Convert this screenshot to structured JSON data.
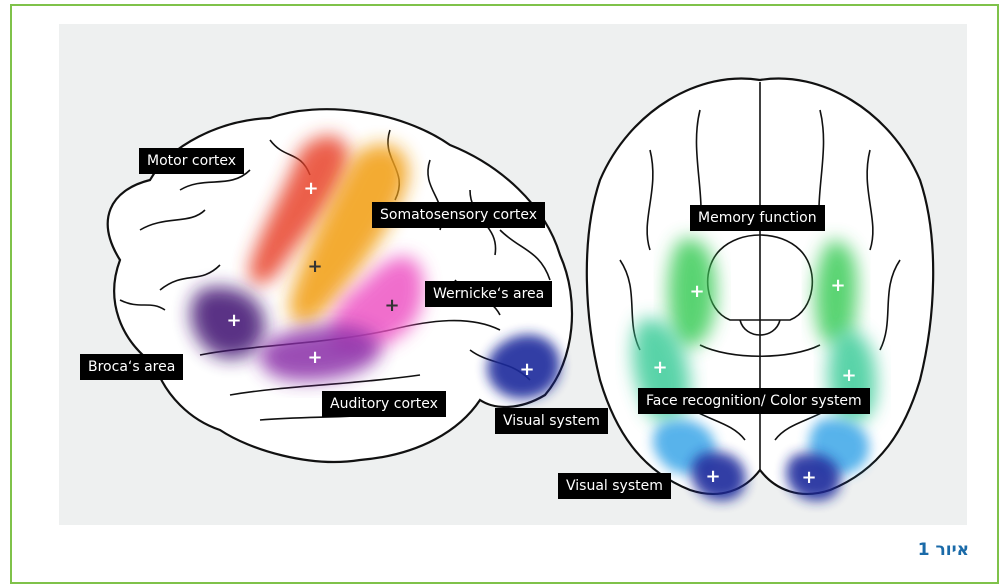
{
  "labels": {
    "motor_cortex": "Motor cortex",
    "somatosensory_cortex": "Somatosensory cortex",
    "wernicke_area": "Wernicke‘s area",
    "broca_area": "Broca‘s area",
    "auditory_cortex": "Auditory cortex",
    "visual_system_lateral": "Visual system",
    "memory_function": "Memory function",
    "face_recognition": "Face recognition/ Color system",
    "visual_system_ventral": "Visual system"
  },
  "caption": "איור 1",
  "colors": {
    "frame": "#7fc24a",
    "motor": "#e8432b",
    "somatosensory": "#f2a21a",
    "wernicke": "#ee55c4",
    "broca": "#4a1a78",
    "auditory": "#8a2fa8",
    "visual": "#1e2a9c",
    "memory": "#3ccc5a",
    "face": "#3ccc9a",
    "visual_light": "#3aa6e8"
  }
}
